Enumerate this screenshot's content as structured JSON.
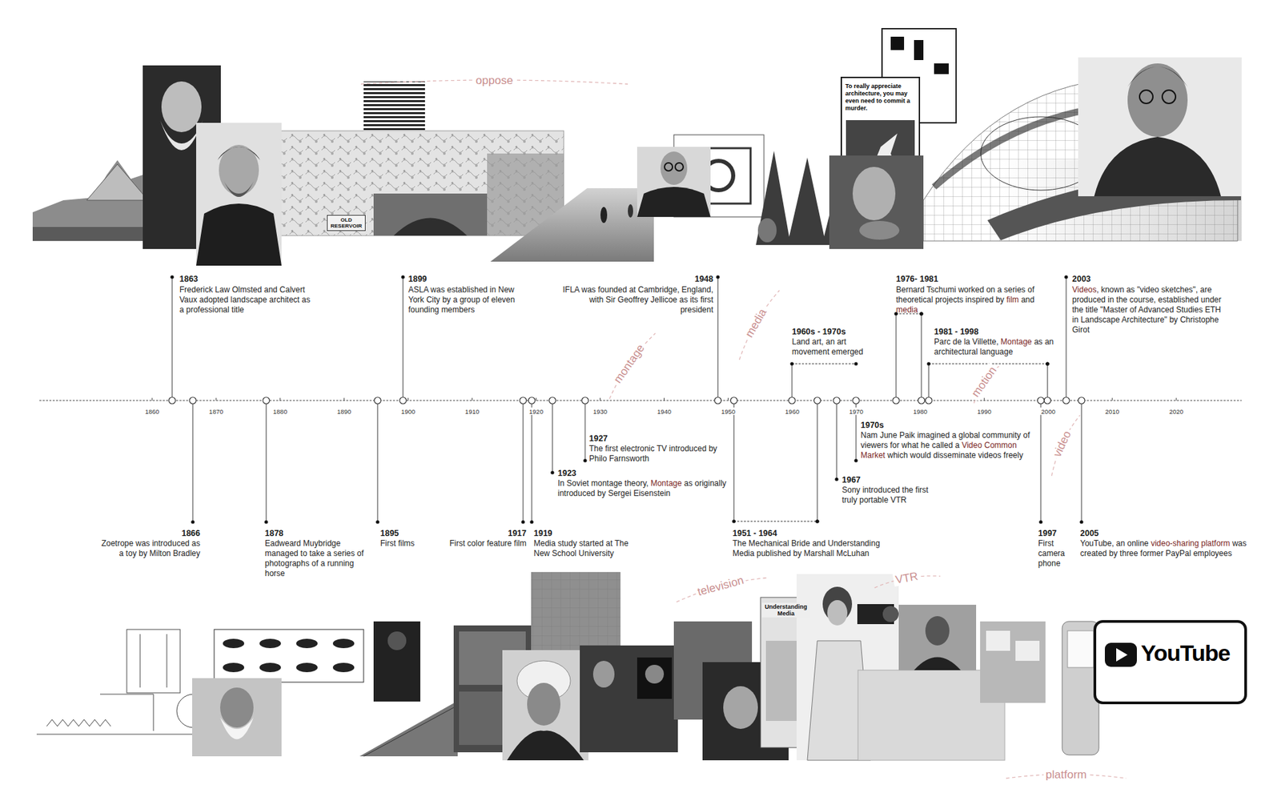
{
  "diagram": {
    "labels": [
      "oppose",
      "OLD RESERVOIR",
      "To really appreciate architecture, you may even need to commit a murder.",
      "1863",
      "Frederick Law Olmsted and Calvert Vaux adopted landscape architect as a professional title",
      "1899",
      "ASLA was established in New York City by a group of eleven founding members",
      "1948",
      "IFLA was founded at Cambridge, England, with Sir Geoffrey Jellicoe as its first president",
      "1976- 1981",
      "Bernard Tschumi worked on a series of theoretical projects inspired by film and media",
      "1960s - 1970s",
      "Land art, an art movement emerged",
      "1981 - 1998",
      "Parc de la Villette, Montage as an architectural language",
      "2003",
      "Videos, known as \"video sketches\", are produced in the course, established under the title \"Master of Advanced Studies ETH in Landscape Architecture\" by Christophe Girot",
      "montage",
      "media",
      "motion",
      "video",
      "1860",
      "1870",
      "1880",
      "1890",
      "1900",
      "1910",
      "1920",
      "1930",
      "1940",
      "1950",
      "1960",
      "1970",
      "1980",
      "1990",
      "2000",
      "2010",
      "2020",
      "1927",
      "The first electronic TV introduced by Philo Farnsworth",
      "1970s",
      "Nam June Paik imagined a global community of viewers for what he called a Video Common Market which would disseminate videos freely",
      "1923",
      "In Soviet montage theory, Montage as originally introduced by Sergei Eisenstein",
      "1967",
      "Sony introduced the first truly portable VTR",
      "1866",
      "Zoetrope was introduced as a toy by Milton Bradley",
      "1878",
      "Eadweard Muybridge managed to take a series of photographs of a running horse",
      "1895",
      "First films",
      "1917",
      "First color feature film",
      "1919",
      "Media study started at The New School University",
      "1951 - 1964",
      "The Mechanical Bride and Understanding Media published by Marshall McLuhan",
      "1997",
      "First camera phone",
      "2005",
      "YouTube, an online video-sharing platform was created by three former PayPal employees",
      "television",
      "VTR",
      "Understanding Media",
      "YouTube",
      "platform"
    ]
  }
}
